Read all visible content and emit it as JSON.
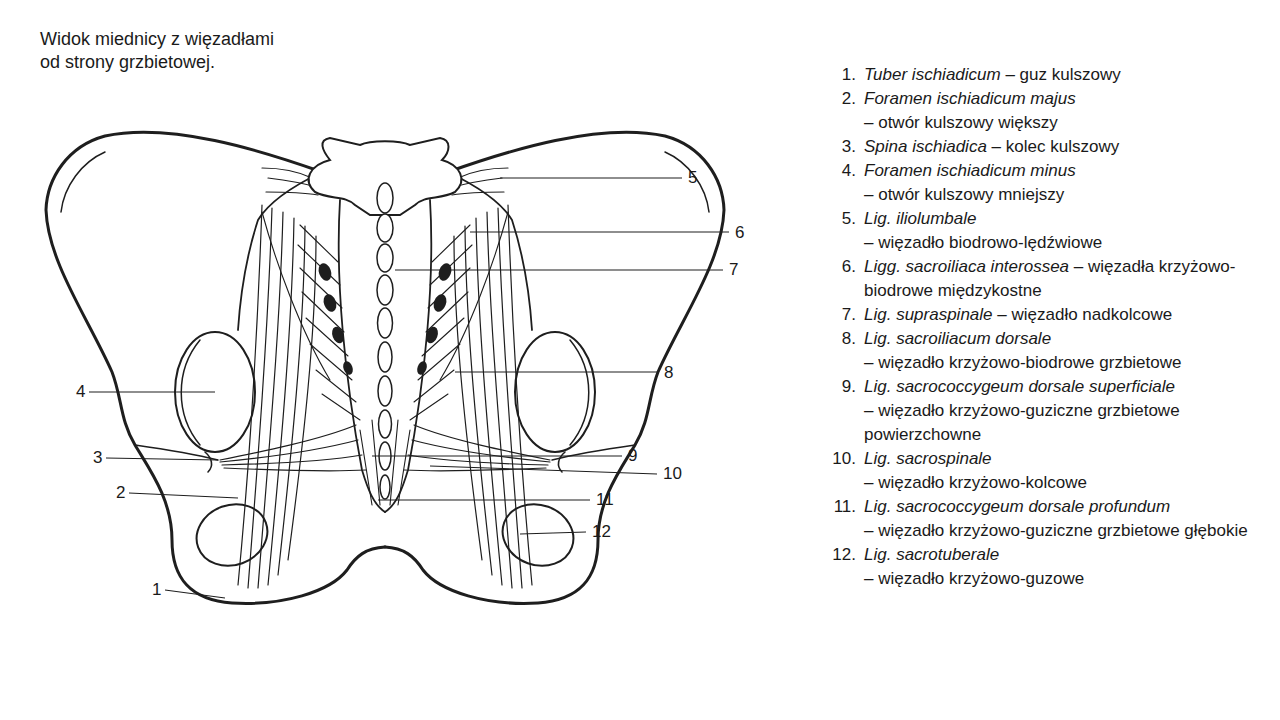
{
  "diagram": {
    "title": "Widok miednicy z więzadłami od strony grzbietowej.",
    "labels": [
      "5",
      "6",
      "7",
      "8",
      "4",
      "9",
      "3",
      "10",
      "2",
      "11",
      "12",
      "1",
      "1.",
      "Tuber ischiadicum",
      "– guz kulszowy",
      "2.",
      "Foramen ischiadicum majus",
      "– otwór kulszowy większy",
      "3.",
      "Spina ischiadica",
      "– kolec kulszowy",
      "4.",
      "Foramen ischiadicum minus",
      "– otwór kulszowy mniejszy",
      "5.",
      "Lig. iliolumbale",
      "– więzadło biodrowo-lędźwiowe",
      "6.",
      "Ligg. sacroiliaca interossea",
      "– więzadła krzyżowo-biodrowe międzykostne",
      "7.",
      "Lig. supraspinale",
      "– więzadło nadkolcowe",
      "8.",
      "Lig. sacroiliacum dorsale",
      "– więzadło krzyżowo-biodrowe grzbietowe",
      "9.",
      "Lig. sacrococcygeum dorsale superficiale",
      "– więzadło krzyżowo-guziczne grzbietowe powierzchowne",
      "10.",
      "Lig. sacrospinale",
      "– więzadło krzyżowo-kolcowe",
      "11.",
      "Lig. sacrococcygeum dorsale profundum",
      "– więzadło krzyżowo-guziczne grzbietowe głębokie",
      "12.",
      "Lig. sacrotuberale",
      "– więzadło krzyżowo-guzowe"
    ]
  }
}
